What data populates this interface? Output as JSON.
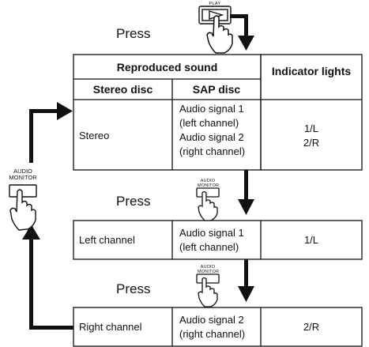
{
  "top_button": {
    "label": "PLAY",
    "press": "Press"
  },
  "table": {
    "header": {
      "reproduced_sound": "Reproduced sound",
      "indicator_lights": "Indicator lights",
      "stereo_disc": "Stereo disc",
      "sap_disc": "SAP disc"
    },
    "rows": [
      {
        "stereo_disc": "Stereo",
        "sap_lines": [
          "Audio signal 1",
          "(left channel)",
          "Audio signal 2",
          "(right channel)"
        ],
        "indicator_lines": [
          "1/L",
          "2/R"
        ]
      },
      {
        "stereo_disc": "Left channel",
        "sap_lines": [
          "Audio signal 1",
          "(left channel)"
        ],
        "indicator_lines": [
          "1/L"
        ]
      },
      {
        "stereo_disc": "Right channel",
        "sap_lines": [
          "Audio signal 2",
          "(right channel)"
        ],
        "indicator_lines": [
          "2/R"
        ]
      }
    ]
  },
  "steps": [
    {
      "press": "Press",
      "button_label": "AUDIO MONITOR"
    },
    {
      "press": "Press",
      "button_label": "AUDIO MONITOR"
    }
  ],
  "side_button": {
    "label_line1": "AUDIO",
    "label_line2": "MONITOR"
  }
}
